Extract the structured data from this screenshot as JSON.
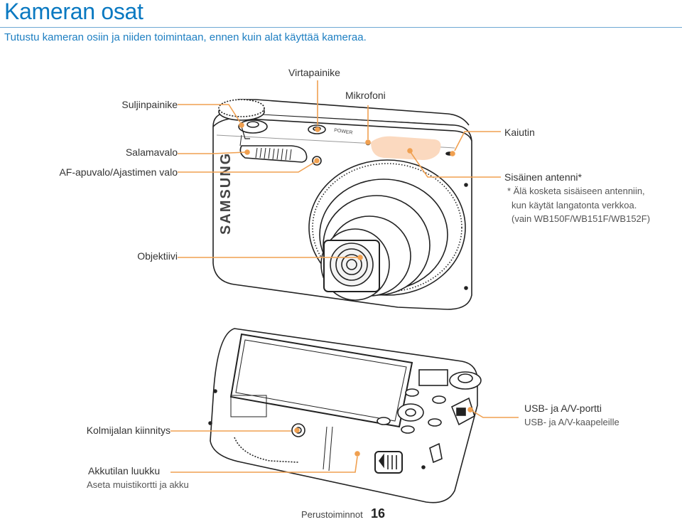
{
  "header": {
    "title": "Kameran osat",
    "subtitle": "Tutustu kameran osiin ja niiden toimintaan, ennen kuin alat käyttää kameraa."
  },
  "front_labels": {
    "power_button": "Virtapainike",
    "shutter_button": "Suljinpainike",
    "microphone": "Mikrofoni",
    "speaker": "Kaiutin",
    "flash": "Salamavalo",
    "af_lamp": "AF-apuvalo/Ajastimen valo",
    "antenna": "Sisäinen antenni*",
    "antenna_note_1": "* Älä kosketa sisäiseen antenniin,",
    "antenna_note_2": "kun käytät langatonta verkkoa.",
    "antenna_note_3": "(vain WB150F/WB151F/WB152F)",
    "lens": "Objektiivi",
    "brand": "SAMSUNG",
    "power_marking": "POWER"
  },
  "bottom_labels": {
    "tripod": "Kolmijalan kiinnitys",
    "battery_door": "Akkutilan luukku",
    "battery_door_sub": "Aseta muistikortti ja akku",
    "usb_port": "USB- ja A/V-portti",
    "usb_port_sub": "USB- ja A/V-kaapeleille"
  },
  "footer": {
    "section": "Perustoiminnot",
    "page": "16"
  },
  "colors": {
    "accent": "#0a79c1",
    "callout": "#f0a050",
    "antenna_area": "#fbd9bf"
  }
}
